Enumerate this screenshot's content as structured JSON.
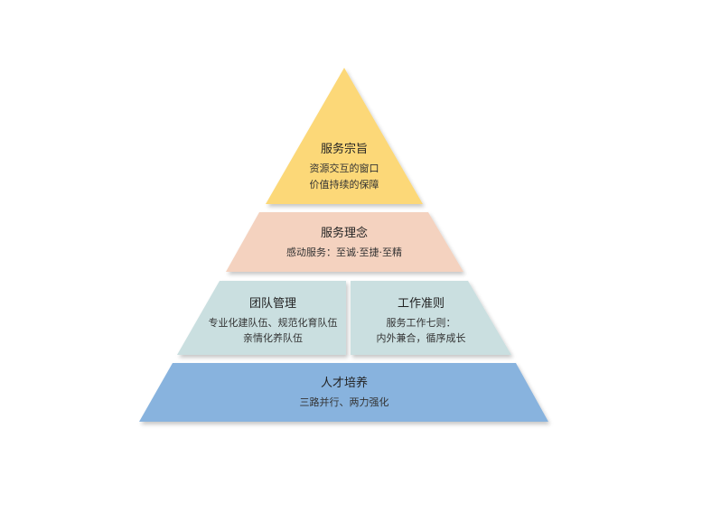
{
  "pyramid": {
    "tiers": [
      {
        "id": "service-purpose",
        "title": "服务宗旨",
        "lines": [
          "资源交互的窗口",
          "价值持续的保障"
        ],
        "color": "#FCD878"
      },
      {
        "id": "service-philosophy",
        "title": "服务理念",
        "lines": [
          "感动服务：至诚·至捷·至精"
        ],
        "color": "#F4D2BF"
      },
      {
        "id": "team-management",
        "title": "团队管理",
        "lines": [
          "专业化建队伍、规范化育队伍",
          "亲情化养队伍"
        ],
        "color": "#CADFE0"
      },
      {
        "id": "work-rules",
        "title": "工作准则",
        "lines": [
          "服务工作七则：",
          "内外兼合，循序成长"
        ],
        "color": "#CADFE0"
      },
      {
        "id": "talent-development",
        "title": "人才培养",
        "lines": [
          "三路并行、两力强化"
        ],
        "color": "#88B3DE"
      }
    ]
  }
}
